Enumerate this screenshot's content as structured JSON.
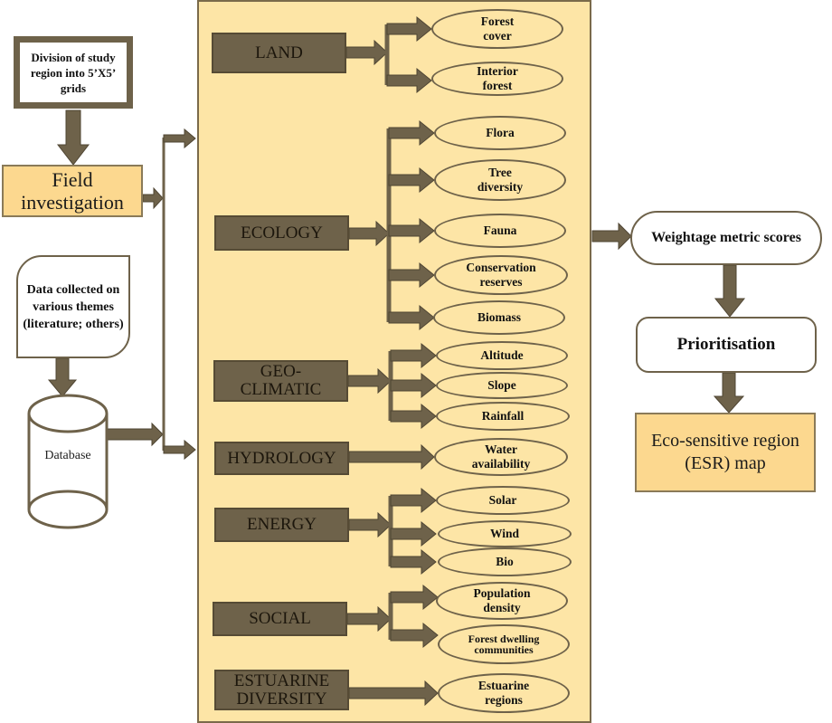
{
  "colors": {
    "panel_bg": "#fde5a6",
    "theme_box": "#6e624a",
    "arrow": "#6e624a",
    "output_box": "#fcd88f"
  },
  "left": {
    "division_box": "Division of study region into 5’X5’ grids",
    "field_investigation": "Field investigation",
    "data_collected": "Data collected on various themes (literature; others)",
    "database": "Database"
  },
  "themes": [
    {
      "label": "LAND",
      "items": [
        "Forest cover",
        "Interior forest"
      ]
    },
    {
      "label": "ECOLOGY",
      "items": [
        "Flora",
        "Tree diversity",
        "Fauna",
        "Conservation reserves",
        "Biomass"
      ]
    },
    {
      "label": "GEO-CLIMATIC",
      "items": [
        "Altitude",
        "Slope",
        "Rainfall"
      ]
    },
    {
      "label": "HYDROLOGY",
      "items": [
        "Water availability"
      ]
    },
    {
      "label": "ENERGY",
      "items": [
        "Solar",
        "Wind",
        "Bio"
      ]
    },
    {
      "label": "SOCIAL",
      "items": [
        "Population density",
        "Forest dwelling communities"
      ]
    },
    {
      "label": "ESTUARINE DIVERSITY",
      "items": [
        "Estuarine regions"
      ]
    }
  ],
  "right": {
    "weightage": "Weightage metric scores",
    "prioritisation": "Prioritisation",
    "esr_map": "Eco-sensitive region (ESR) map"
  }
}
